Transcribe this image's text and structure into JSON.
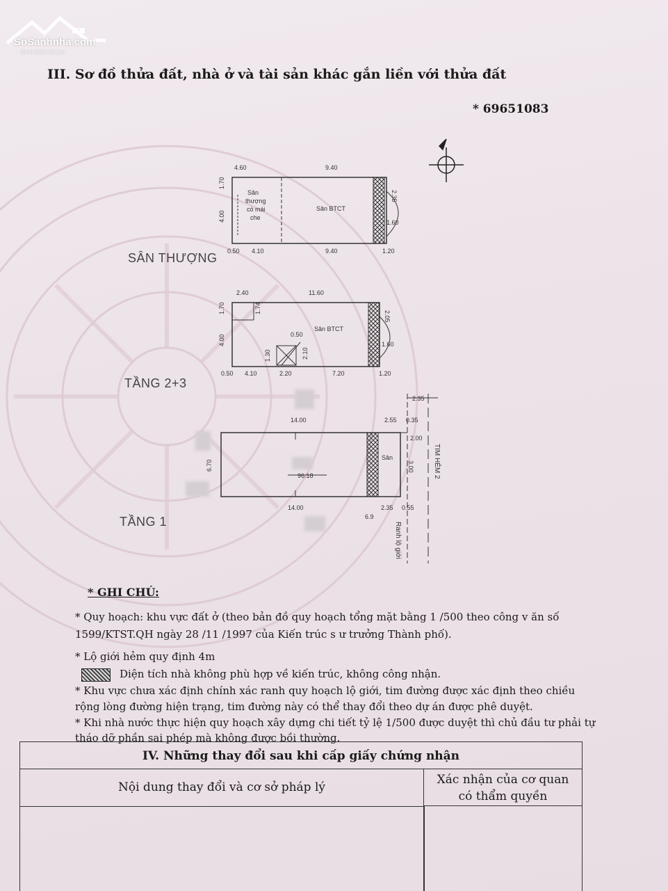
{
  "logo": {
    "name": "SoSanhnha.com",
    "tagline": "Great choice for you",
    "icon": "house-icon"
  },
  "heading": "III. Sơ đồ thửa đất, nhà ở và tài sản khác gắn liền với thửa đất",
  "serial": "* 69651083",
  "north_icon": "compass-north-icon",
  "san_thuong": {
    "label": "SÂN THƯỢNG",
    "top_dims": [
      "4.60",
      "9.40"
    ],
    "left_dims": [
      "1.70",
      "4.00"
    ],
    "right_dims": [
      "2.35",
      "1.60"
    ],
    "bottom_dims": [
      "0.50",
      "4.10",
      "9.40",
      "1.20"
    ],
    "zone1": [
      "Sân",
      "thượng",
      "có mái",
      "che"
    ],
    "zone2": "Sân BTCT"
  },
  "tang23": {
    "label": "TẦNG 2+3",
    "top_dims": [
      "2.40",
      "11.60"
    ],
    "left_dims": [
      "1.70",
      "4.00"
    ],
    "inner_dims": [
      "1.74",
      "0.50",
      "1.30",
      "2.10"
    ],
    "right_dims": [
      "2.05",
      "1.60"
    ],
    "bottom_dims": [
      "0.50",
      "4.10",
      "2.20",
      "7.20",
      "1.20"
    ],
    "zone": "Sân BTCT"
  },
  "tang1": {
    "label": "TẦNG 1",
    "top_dims": [
      "14.00",
      "2.55",
      "0.35",
      "2.35"
    ],
    "left_dim": "6.70",
    "right_dims": [
      "2.00",
      "3.00"
    ],
    "area": "96.18",
    "zone": "Sân",
    "bottom_dims": [
      "14.00",
      "2.35",
      "0.55",
      "6.9"
    ],
    "tim_hem": "TIM HẺM 2",
    "ranh_lo_gioi": "Ranh lộ giới"
  },
  "notes": {
    "title": "* GHI CHÚ:",
    "n1a": "* Quy hoạch: khu vực đất ở (theo bản đồ quy hoạch tổng mặt bằng 1 /500 theo công v ăn số",
    "n1b": "1599/KTST.QH ngày 28 /11 /1997 của Kiến trúc s ư trưởng Thành phố).",
    "n2": "* Lộ giới hẻm quy định 4m",
    "n3": "Diện  tích nhà không phù hợp về kiến trúc, không công nhận.",
    "n4a": "* Khu vực chưa xác định chính xác ranh quy hoạch lộ giới, tim đường được xác định theo chiều",
    "n4b": "rộng lòng đường hiện trạng, tim đường này có thể thay đổi theo dự án được phê duyệt.",
    "n5a": "* Khi nhà nước thực hiện quy hoạch xây dựng chi tiết tỷ lệ 1/500 được duyệt thì chủ đầu tư phải tự",
    "n5b": "tháo dỡ phần sai phép mà không được bồi thường."
  },
  "table": {
    "title": "IV. Những thay đổi sau khi cấp giấy chứng nhận",
    "col1": "Nội dung thay đổi và cơ sở pháp lý",
    "col2a": "Xác nhận của cơ quan",
    "col2b": "có thẩm quyền"
  }
}
